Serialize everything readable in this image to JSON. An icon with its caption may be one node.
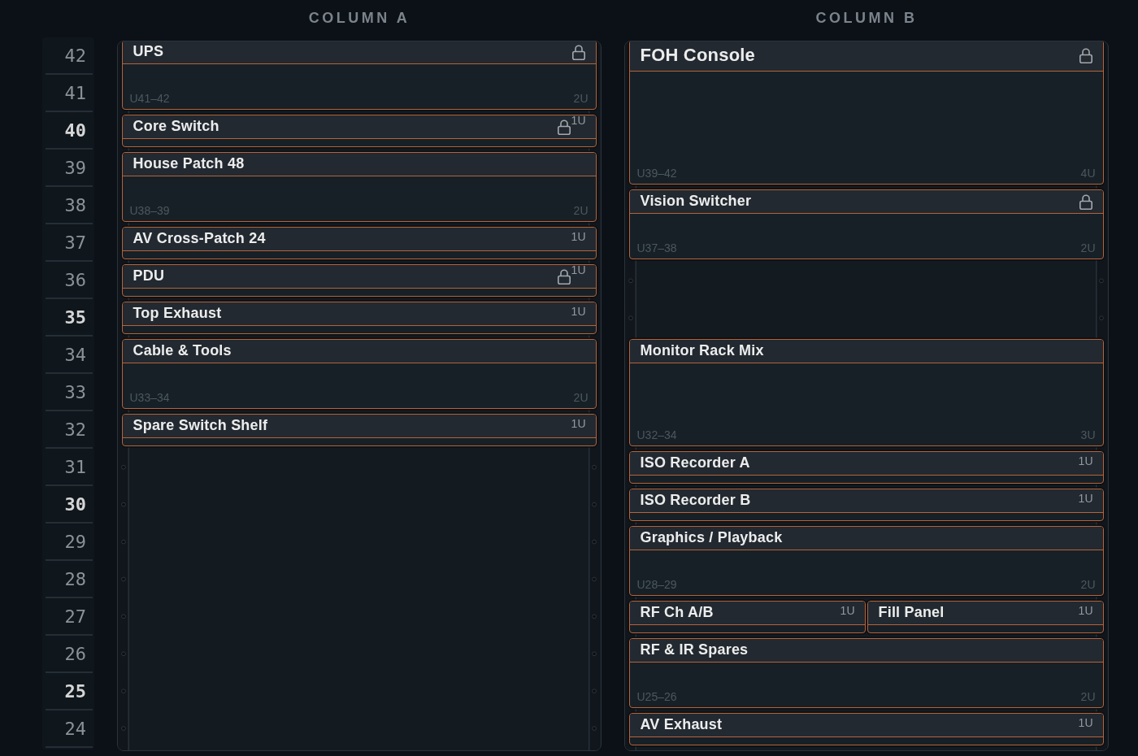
{
  "diagram": {
    "nodes": [
      {
        "text": [
          "COLUMN A"
        ]
      },
      {
        "text": [
          "UPS",
          "U41–42",
          "2U"
        ],
        "in": 0
      },
      {
        "text": [
          "Core Switch",
          "1U"
        ],
        "in": 0
      },
      {
        "text": [
          "House Patch 48",
          "U38–39",
          "2U"
        ],
        "in": 0
      },
      {
        "text": [
          "AV Cross-Patch 24",
          "1U"
        ],
        "in": 0
      },
      {
        "text": [
          "PDU",
          "1U"
        ],
        "in": 0
      },
      {
        "text": [
          "Top Exhaust",
          "1U"
        ],
        "in": 0
      },
      {
        "text": [
          "Cable & Tools",
          "U33–34",
          "2U"
        ],
        "in": 0
      },
      {
        "text": [
          "Spare Switch Shelf",
          "1U"
        ],
        "in": 0
      },
      {
        "text": [
          "COLUMN B"
        ]
      },
      {
        "text": [
          "FOH Console",
          "U39–42",
          "4U"
        ],
        "in": 9
      },
      {
        "text": [
          "Vision Switcher",
          "U37–38",
          "2U"
        ],
        "in": 9
      },
      {
        "text": [
          "Monitor Rack Mix",
          "U32–34",
          "3U"
        ],
        "in": 9
      },
      {
        "text": [
          "ISO Recorder A",
          "1U"
        ],
        "in": 9
      },
      {
        "text": [
          "ISO Recorder B",
          "1U"
        ],
        "in": 9
      },
      {
        "text": [
          "Graphics / Playback",
          "U28–29",
          "2U"
        ],
        "in": 9
      },
      {
        "text": [
          "RF Ch A/B",
          "1U"
        ],
        "in": 9
      },
      {
        "text": [
          "Fill Panel",
          "1U"
        ],
        "in": 9
      },
      {
        "text": [
          "RF & IR Spares",
          "U25–26",
          "2U"
        ],
        "in": 9
      },
      {
        "text": [
          "AV Exhaust",
          "1U"
        ],
        "in": 9
      }
    ],
    "labels": [
      "42",
      "41",
      "40",
      "39",
      "38",
      "37",
      "36",
      "35",
      "34",
      "33",
      "32",
      "31",
      "30",
      "29",
      "28",
      "27",
      "26",
      "25",
      "24"
    ]
  }
}
